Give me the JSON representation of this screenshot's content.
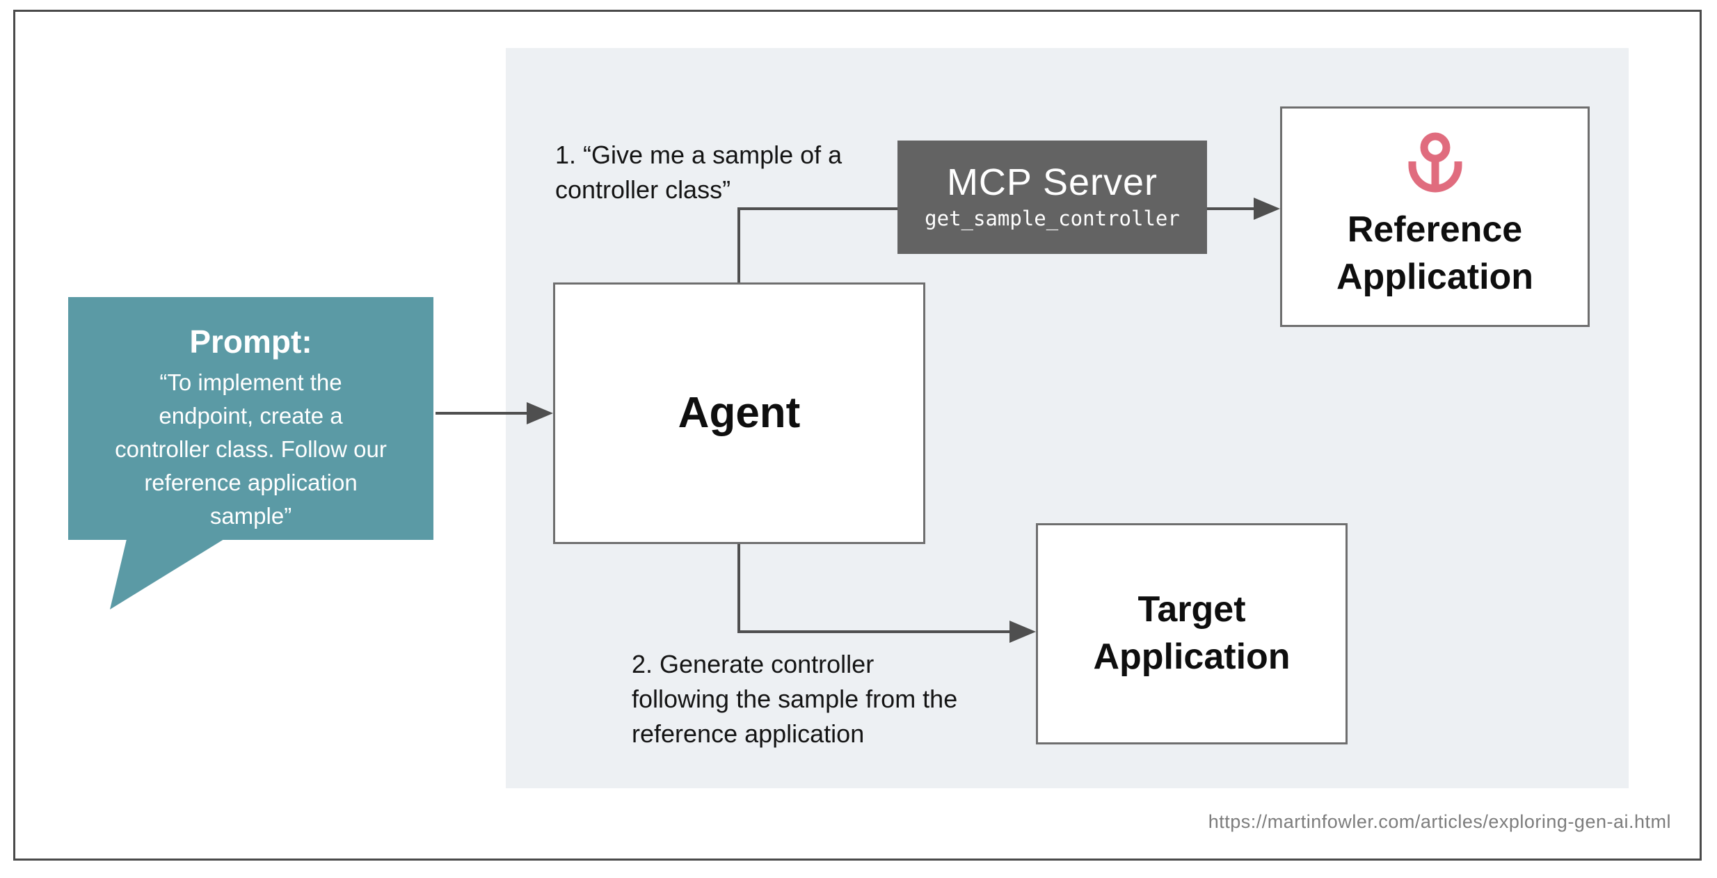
{
  "prompt_bubble": {
    "title": "Prompt:",
    "lines": [
      "“To implement the",
      "endpoint, create a",
      "controller class. Follow our",
      "reference application",
      "sample”"
    ]
  },
  "annotations": {
    "step1": {
      "lines": [
        "1. “Give me a sample of a",
        "controller class”"
      ]
    },
    "step2": {
      "lines": [
        "2. Generate controller",
        "following the sample from the",
        "reference application"
      ]
    }
  },
  "nodes": {
    "agent": {
      "label": "Agent"
    },
    "mcp_server": {
      "title": "MCP Server",
      "subtitle": "get_sample_controller"
    },
    "reference_application": {
      "icon": "anchor-icon",
      "lines": [
        "Reference",
        "Application"
      ]
    },
    "target_application": {
      "lines": [
        "Target",
        "Application"
      ]
    }
  },
  "footer": {
    "url": "https://martinfowler.com/articles/exploring-gen-ai.html"
  },
  "colors": {
    "panel_bg": "#edf0f3",
    "bubble_teal": "#5b9aa5",
    "mcp_gray": "#636363",
    "anchor_pink": "#e06c7e",
    "connector_gray": "#4f4f4f",
    "box_border": "#6e6e6e",
    "url_gray": "#7c7c7c"
  }
}
